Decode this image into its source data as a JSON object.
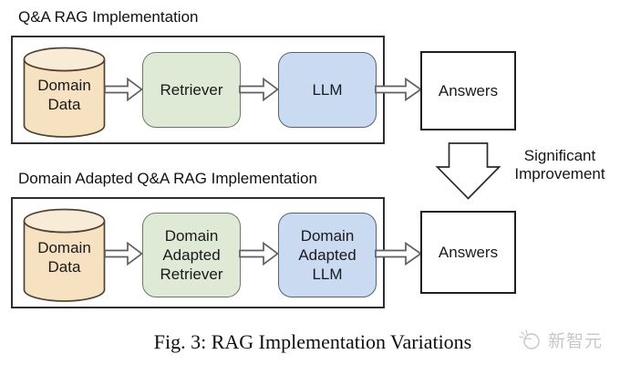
{
  "colors": {
    "cylinder_fill": "#F6E1C0",
    "cylinder_top_fill": "#F9ECD6",
    "cylinder_stroke": "#4f4336",
    "node_green_fill": "#DEE9D6",
    "node_green_stroke": "#6b7a66",
    "node_blue_fill": "#C9DAF1",
    "node_blue_stroke": "#56617c",
    "arrow_stroke": "#5f5f5f",
    "watermark_color": "#c7c7c7"
  },
  "top_pipeline": {
    "title": "Q&A RAG Implementation",
    "domain_data": "Domain\nData",
    "retriever": "Retriever",
    "llm": "LLM",
    "answers": "Answers"
  },
  "bottom_pipeline": {
    "title": "Domain Adapted Q&A RAG Implementation",
    "domain_data": "Domain\nData",
    "retriever": "Domain\nAdapted\nRetriever",
    "llm": "Domain\nAdapted\nLLM",
    "answers": "Answers"
  },
  "transition": {
    "label": "Significant\nImprovement"
  },
  "caption": "Fig. 3: RAG Implementation Variations",
  "watermark": {
    "text": "新智元"
  }
}
